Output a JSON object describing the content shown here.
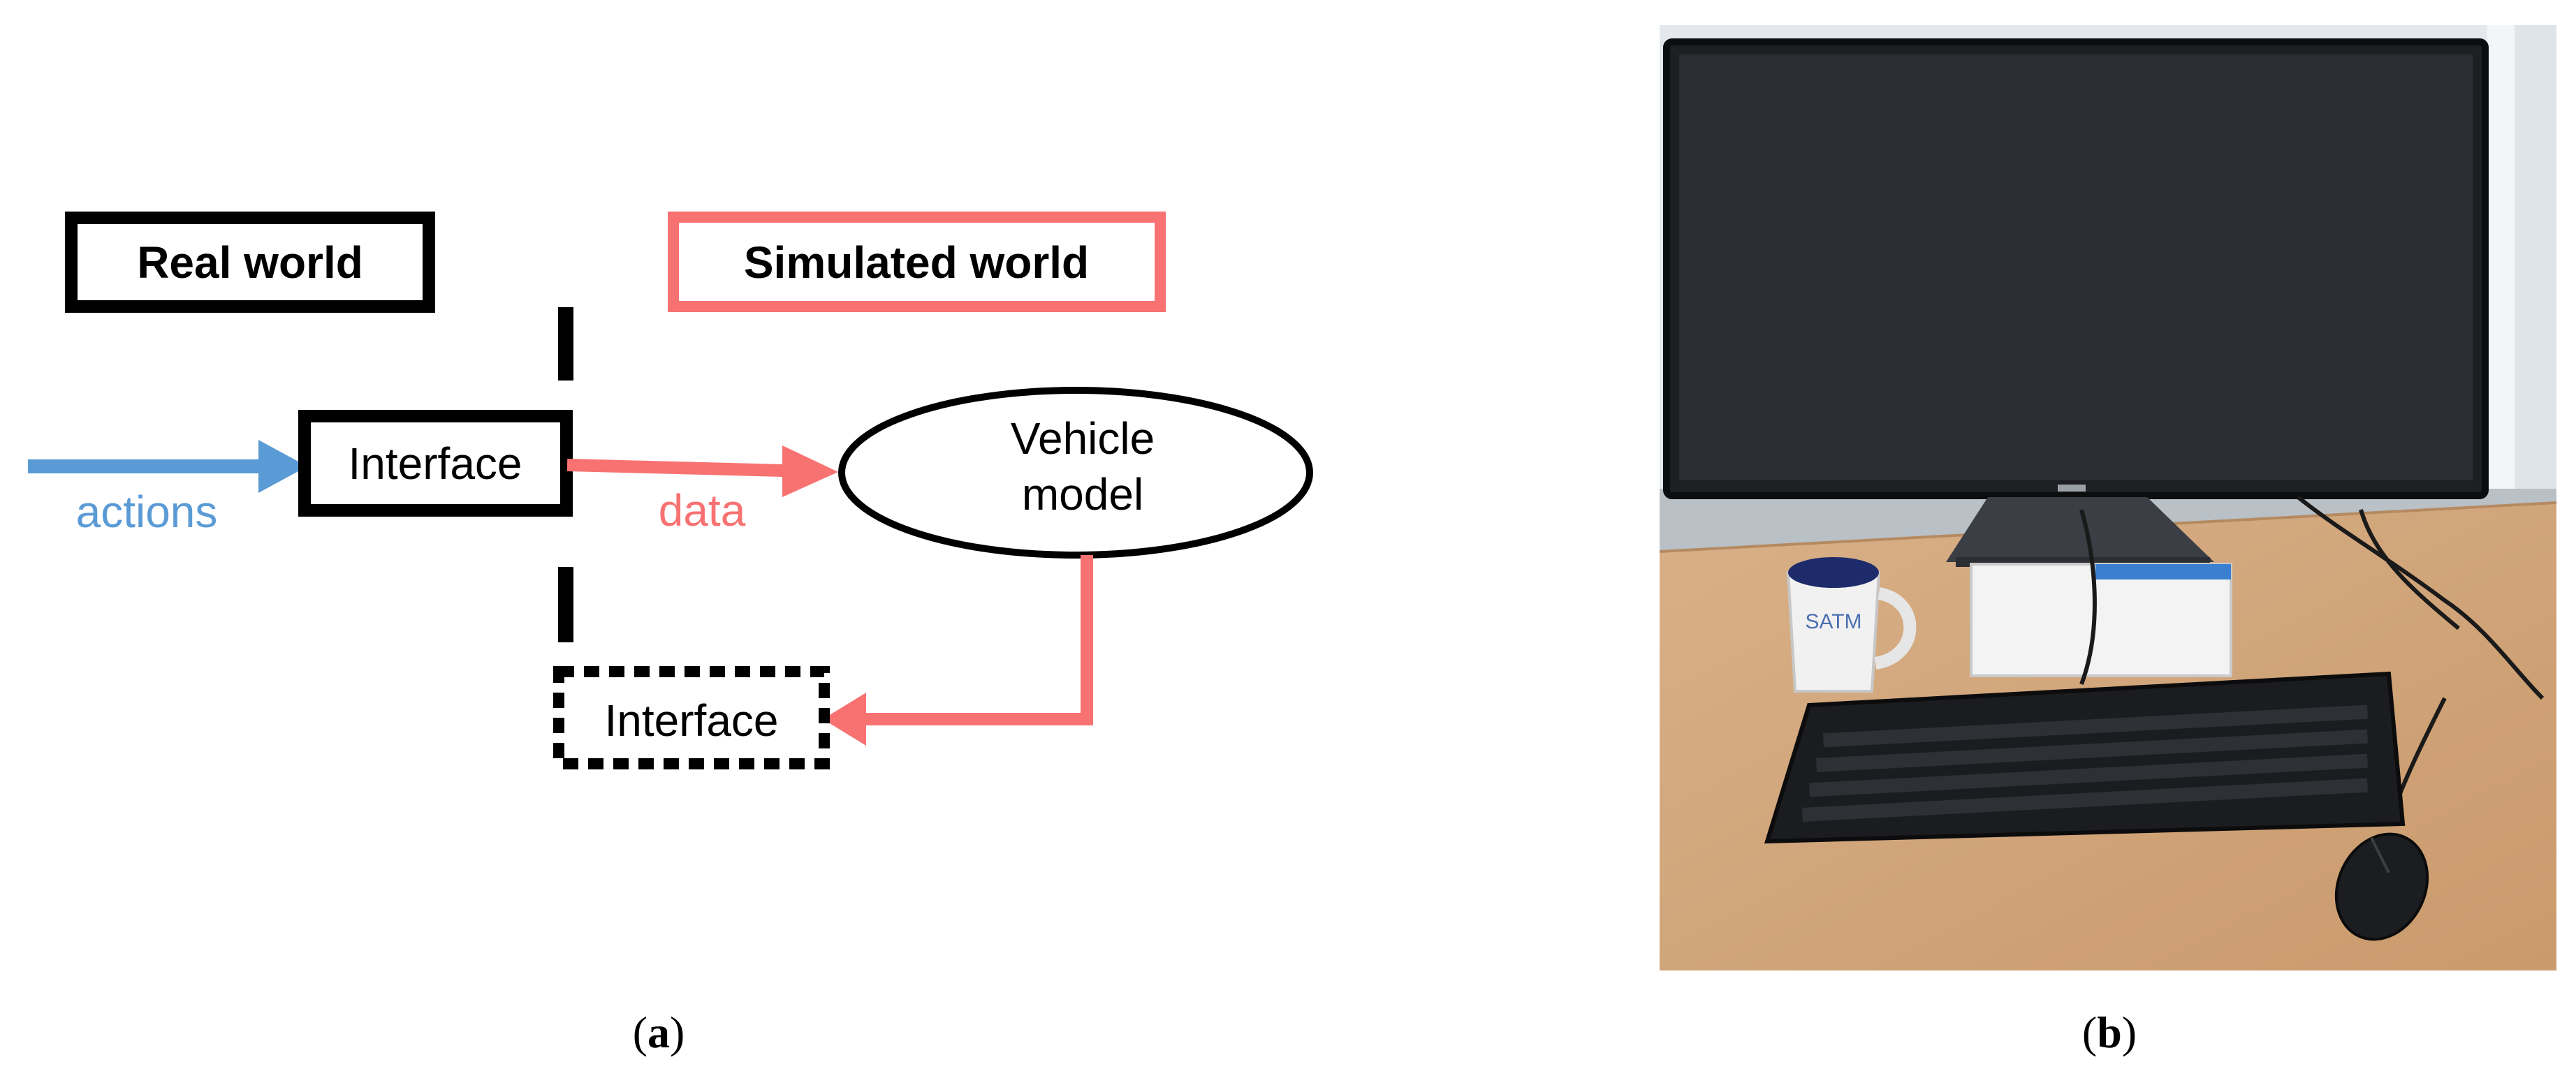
{
  "panel_a": {
    "real_world_label": "Real world",
    "simulated_world_label": "Simulated world",
    "interface_top_label": "Interface",
    "interface_bottom_label": "Interface",
    "vehicle_model_line1": "Vehicle",
    "vehicle_model_line2": "model",
    "actions_label": "actions",
    "data_label": "data",
    "colors": {
      "real": "#000000",
      "simulated": "#f87272",
      "actions": "#5b9bd5"
    }
  },
  "panel_b": {
    "photo_description_icons": [
      "monitor-icon",
      "keyboard-icon",
      "mouse-icon",
      "mug-icon"
    ]
  },
  "captions": {
    "a_open": "(",
    "a_letter": "a",
    "a_close": ")",
    "b_open": "(",
    "b_letter": "b",
    "b_close": ")"
  }
}
